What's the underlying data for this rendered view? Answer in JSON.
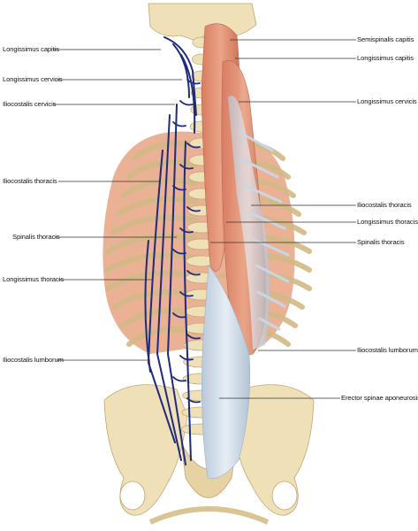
{
  "labels": {
    "left": [
      {
        "text": "Longissimus capitis"
      },
      {
        "text": "Longissimus cervicis"
      },
      {
        "text": "Iliocostalis cervicis"
      },
      {
        "text": "Iliocostalis thoracis"
      },
      {
        "text": "Spinalis thoracis"
      },
      {
        "text": "Longissimus thoracis"
      },
      {
        "text": "Iliocostalis lumborum"
      }
    ],
    "right": [
      {
        "text": "Semispinalis capitis"
      },
      {
        "text": "Longissimus capitis"
      },
      {
        "text": "Longissimus cervicis"
      },
      {
        "text": "Iliocostalis thoracis"
      },
      {
        "text": "Longissimus thoracis"
      },
      {
        "text": "Spinalis thoracis"
      },
      {
        "text": "Iliocostalis lumborum"
      },
      {
        "text": "Erector spinae aponeurosis"
      }
    ]
  },
  "colors": {
    "bone": "#efe0b8",
    "bone_shadow": "#d9c493",
    "muscle": "#e29a78",
    "muscle_dark": "#c9705a",
    "tendon": "#cdd9e6",
    "diagram_lines": "#1f2a7a",
    "leader_lines": "#333333"
  }
}
